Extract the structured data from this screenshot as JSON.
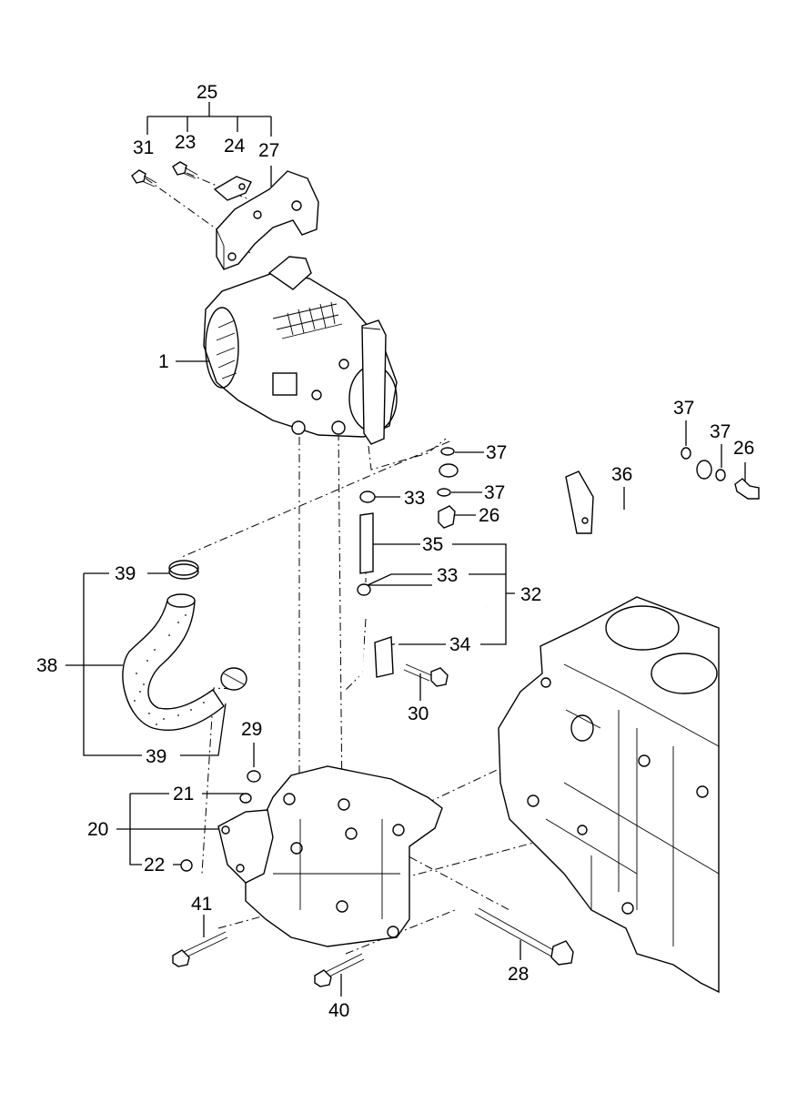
{
  "callouts": [
    {
      "id": "c25",
      "text": "25"
    },
    {
      "id": "c31",
      "text": "31"
    },
    {
      "id": "c23",
      "text": "23"
    },
    {
      "id": "c24",
      "text": "24"
    },
    {
      "id": "c27",
      "text": "27"
    },
    {
      "id": "c1",
      "text": "1"
    },
    {
      "id": "c37a",
      "text": "37"
    },
    {
      "id": "c37b",
      "text": "37"
    },
    {
      "id": "c37c",
      "text": "37"
    },
    {
      "id": "c37d",
      "text": "37"
    },
    {
      "id": "c26a",
      "text": "26"
    },
    {
      "id": "c36",
      "text": "36"
    },
    {
      "id": "c33a",
      "text": "33"
    },
    {
      "id": "c26b",
      "text": "26"
    },
    {
      "id": "c35",
      "text": "35"
    },
    {
      "id": "c33b",
      "text": "33"
    },
    {
      "id": "c32",
      "text": "32"
    },
    {
      "id": "c34",
      "text": "34"
    },
    {
      "id": "c30",
      "text": "30"
    },
    {
      "id": "c39a",
      "text": "39"
    },
    {
      "id": "c38",
      "text": "38"
    },
    {
      "id": "c39b",
      "text": "39"
    },
    {
      "id": "c29",
      "text": "29"
    },
    {
      "id": "c21",
      "text": "21"
    },
    {
      "id": "c20",
      "text": "20"
    },
    {
      "id": "c22",
      "text": "22"
    },
    {
      "id": "c41",
      "text": "41"
    },
    {
      "id": "c28",
      "text": "28"
    },
    {
      "id": "c40",
      "text": "40"
    }
  ]
}
